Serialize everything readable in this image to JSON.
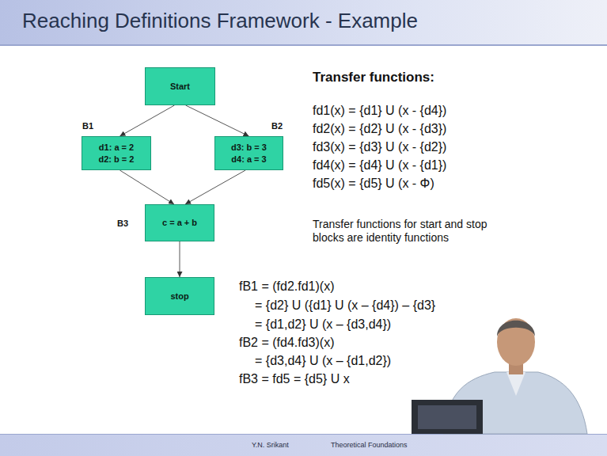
{
  "diagram": {
    "title": "Reaching Definitions Framework - Example",
    "nodes": [
      {
        "text": [
          "Start"
        ]
      },
      {
        "text": [
          "B1",
          "d1: a = 2",
          "d2: b = 2"
        ]
      },
      {
        "text": [
          "B2",
          "d3: b = 3",
          "d4: a = 3"
        ]
      },
      {
        "text": [
          "B3",
          "c = a + b"
        ]
      },
      {
        "text": [
          "stop"
        ]
      }
    ],
    "edges": [
      {
        "from": 0,
        "to": 1,
        "arrow": "to"
      },
      {
        "from": 0,
        "to": 2,
        "arrow": "to"
      },
      {
        "from": 1,
        "to": 3,
        "arrow": "to"
      },
      {
        "from": 2,
        "to": 3,
        "arrow": "to"
      },
      {
        "from": 3,
        "to": 4,
        "arrow": "to"
      }
    ],
    "labels": [
      "Transfer functions:",
      "fd1(x) = {d1} U (x - {d4})",
      "fd2(x) = {d2} U (x - {d3})",
      "fd3(x) = {d3} U (x - {d2})",
      "fd4(x) = {d4} U (x - {d1})",
      "fd5(x) = {d5} U (x - Φ)",
      "Transfer functions for start and stop blocks are identity functions",
      "fB1 = (fd2.fd1)(x)",
      "= {d2} U ({d1} U (x – {d4}) – {d3}",
      "= {d1,d2} U (x – {d3,d4})",
      "fB2 = (fd4.fd3)(x)",
      "= {d3,d4} U (x – {d1,d2})",
      "fB3 = fd5 = {d5} U x",
      "Y.N. Srikant",
      "Theoretical Foundations"
    ]
  }
}
